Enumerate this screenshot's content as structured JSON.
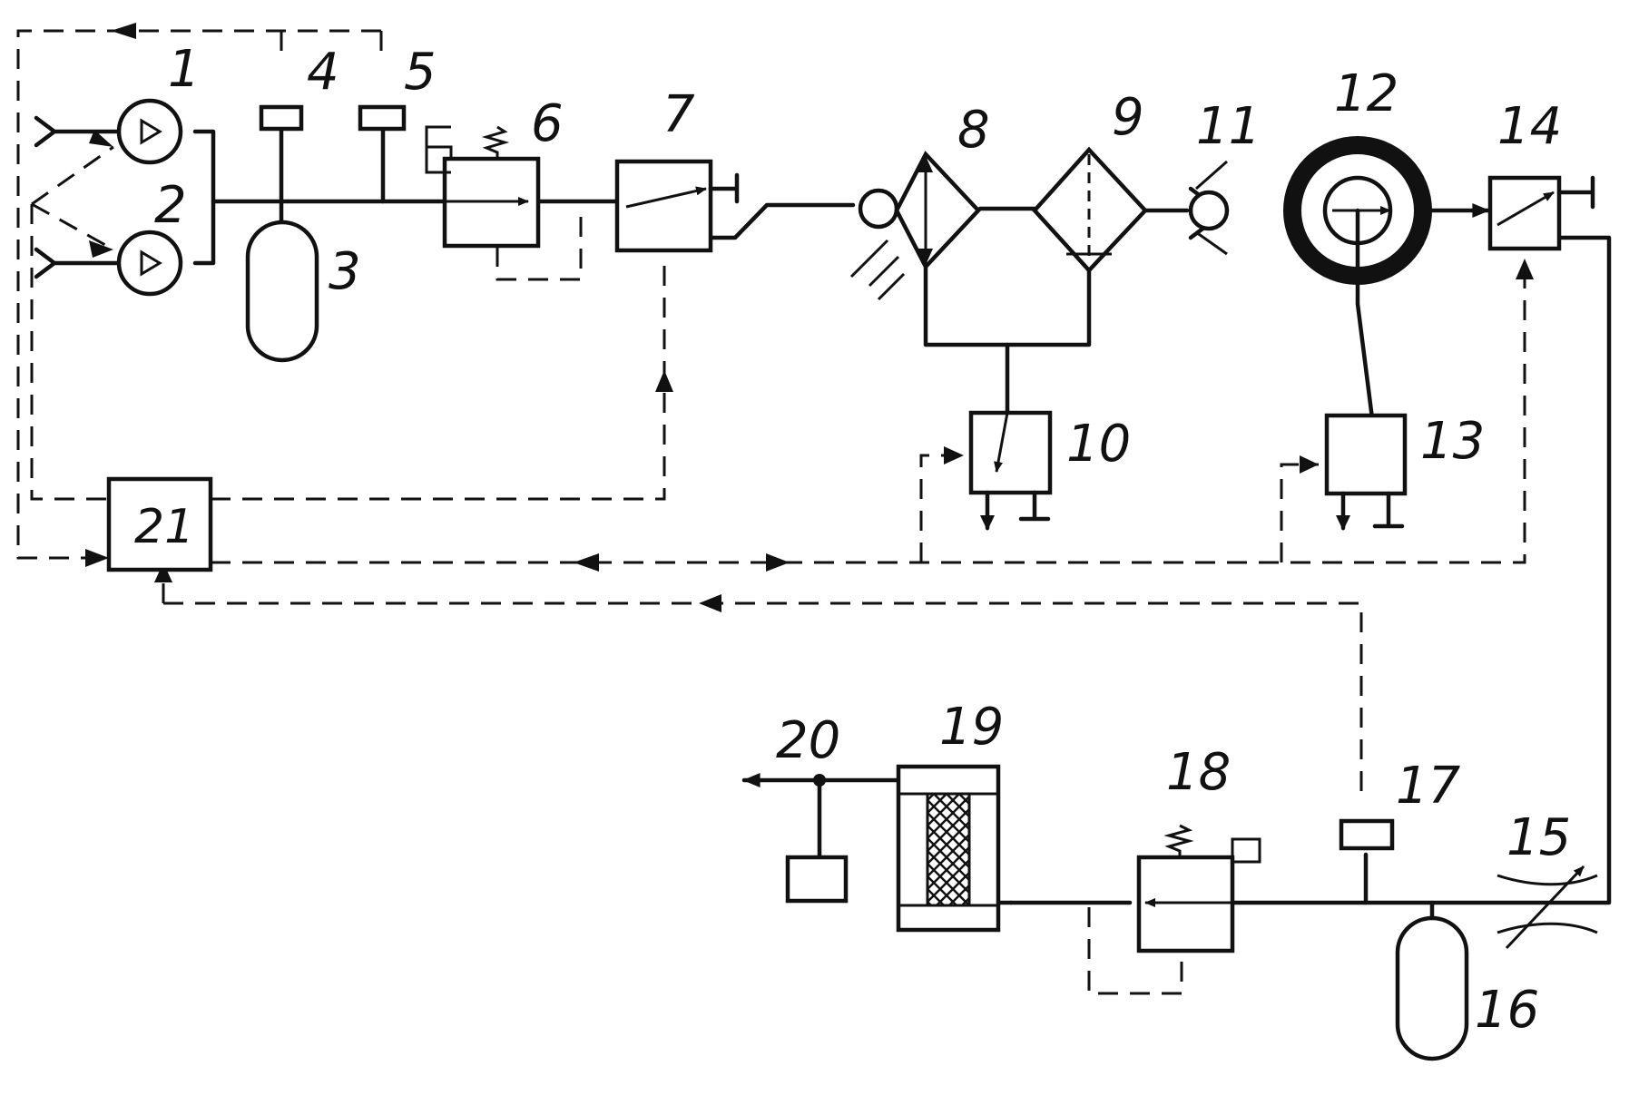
{
  "colors": {
    "ink": "#111111",
    "paper": "#ffffff"
  },
  "labels": {
    "n1": "1",
    "n2": "2",
    "n3": "3",
    "n4": "4",
    "n5": "5",
    "n6": "6",
    "n7": "7",
    "n8": "8",
    "n9": "9",
    "n10": "10",
    "n11": "11",
    "n12": "12",
    "n13": "13",
    "n14": "14",
    "n15": "15",
    "n16": "16",
    "n17": "17",
    "n18": "18",
    "n19": "19",
    "n20": "20",
    "n21": "21"
  }
}
